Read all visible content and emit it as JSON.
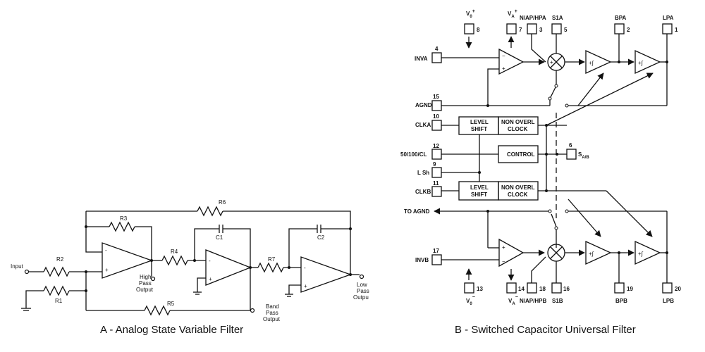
{
  "diagram_a": {
    "caption": "A - Analog State Variable Filter",
    "labels": {
      "input": "Input",
      "r1": "R1",
      "r2": "R2",
      "r3": "R3",
      "r4": "R4",
      "r5": "R5",
      "r6": "R6",
      "r7": "R7",
      "c1": "C1",
      "c2": "C2",
      "high_pass": [
        "High",
        "Pass",
        "Output"
      ],
      "band_pass": [
        "Band",
        "Pass",
        "Output"
      ],
      "low_pass": [
        "Low",
        "Pass",
        "Outpu"
      ],
      "minus": "-",
      "plus": "+"
    }
  },
  "diagram_b": {
    "caption": "B -  Switched Capacitor Universal Filter",
    "blocks": {
      "level_shift": [
        "LEVEL",
        "SHIFT"
      ],
      "non_overl_clock": [
        "NON OVERL",
        "CLOCK"
      ],
      "control": "CONTROL"
    },
    "top_pins": [
      {
        "name": "V0+",
        "num": "8"
      },
      {
        "name": "VA+",
        "num": "7"
      },
      {
        "name": "N/AP/HPA",
        "num": "3"
      },
      {
        "name": "S1A",
        "num": "5"
      },
      {
        "name": "BPA",
        "num": "2"
      },
      {
        "name": "LPA",
        "num": "1"
      }
    ],
    "left_pins": [
      {
        "name": "INVA",
        "num": "4"
      },
      {
        "name": "AGND",
        "num": "15"
      },
      {
        "name": "CLKA",
        "num": "10"
      },
      {
        "name": "50/100/CL",
        "num": "12"
      },
      {
        "name": "L Sh",
        "num": "9"
      },
      {
        "name": "CLKB",
        "num": "11"
      },
      {
        "name": "TO AGND",
        "num": ""
      },
      {
        "name": "INVB",
        "num": "17"
      }
    ],
    "sab_pin": {
      "name": "SA/B",
      "num": "6"
    },
    "bottom_pins": [
      {
        "name": "V0-",
        "num": "13"
      },
      {
        "name": "VA-",
        "num": "14"
      },
      {
        "name": "N/AP/HPB",
        "num": "18"
      },
      {
        "name": "S1B",
        "num": "16"
      },
      {
        "name": "BPB",
        "num": "19"
      },
      {
        "name": "LPB",
        "num": "20"
      }
    ],
    "integrator_symbol": "+∫"
  }
}
